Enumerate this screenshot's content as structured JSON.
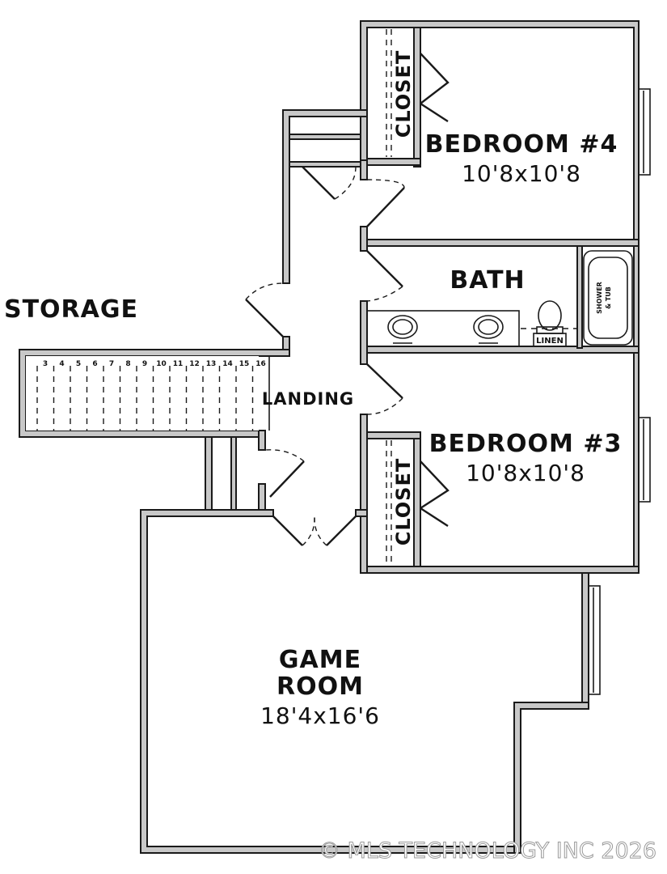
{
  "rooms": {
    "bedroom4": {
      "name": "BEDROOM #4",
      "size": "10'8x10'8"
    },
    "bedroom3": {
      "name": "BEDROOM #3",
      "size": "10'8x10'8"
    },
    "bath": {
      "name": "BATH"
    },
    "game_room": {
      "name_line1": "GAME",
      "name_line2": "ROOM",
      "size": "18'4x16'6"
    },
    "landing": {
      "name": "LANDING"
    },
    "storage": {
      "name": "STORAGE"
    },
    "closet_top": {
      "name": "CLOSET"
    },
    "closet_bottom": {
      "name": "CLOSET"
    }
  },
  "fixtures": {
    "linen": "LINEN",
    "tub_line1": "SHOWER",
    "tub_line2": "& TUB"
  },
  "stairs": {
    "steps": [
      "3",
      "4",
      "5",
      "6",
      "7",
      "8",
      "9",
      "10",
      "11",
      "12",
      "13",
      "14",
      "15",
      "16"
    ]
  },
  "watermark": "© MLS TECHNOLOGY INC 2026"
}
